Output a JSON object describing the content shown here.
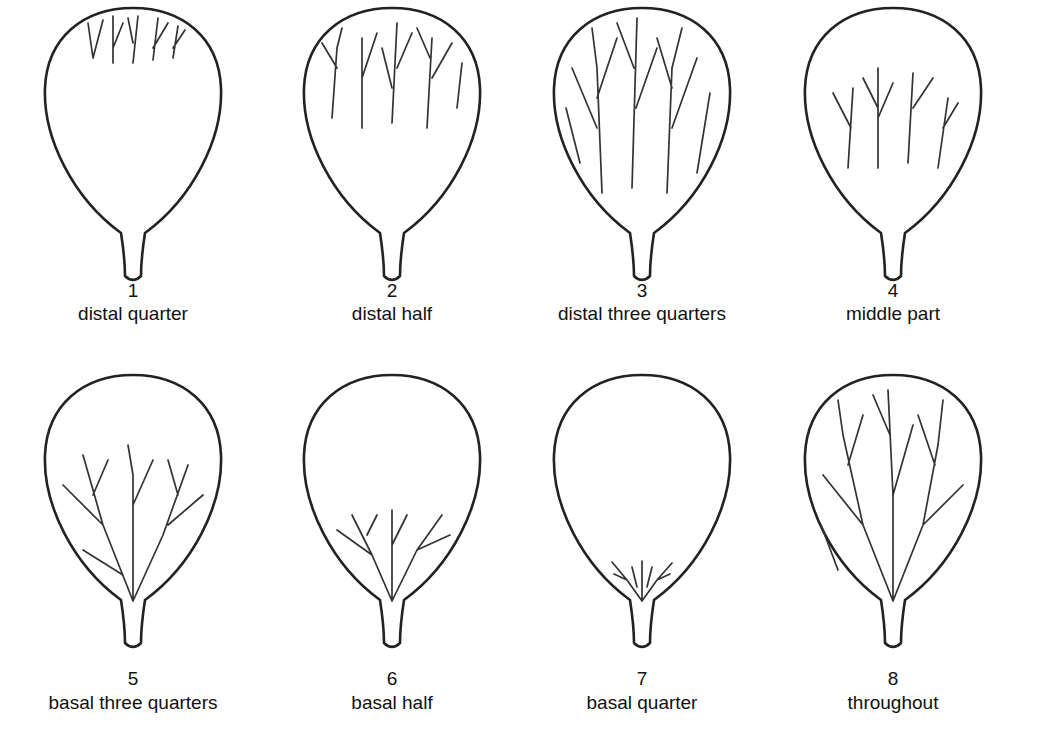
{
  "diagram": {
    "labels": [
      "1",
      "distal quarter",
      "2",
      "distal half",
      "3",
      "distal three quarters",
      "4",
      "middle part",
      "5",
      "basal three quarters",
      "6",
      "basal half",
      "7",
      "basal quarter",
      "8",
      "throughout"
    ]
  }
}
